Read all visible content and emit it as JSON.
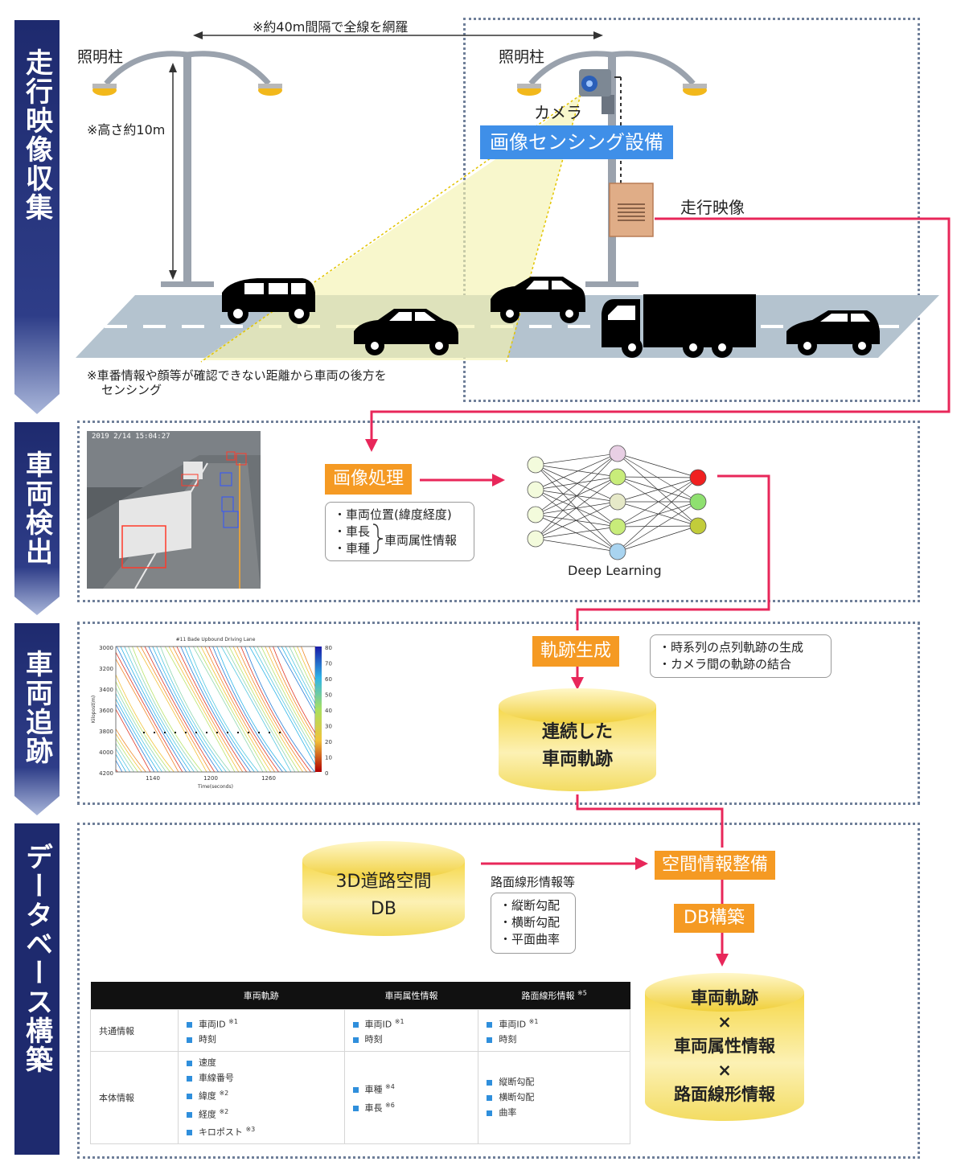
{
  "sidebar": {
    "s1": "走行映像収集",
    "s2": "車両検出",
    "s3": "車両追跡",
    "s4": "データベース構築"
  },
  "colors": {
    "navy": "#1e2a6e",
    "accent": "#e8275a",
    "orange": "#f59a23",
    "blue": "#3f8fe8"
  },
  "collect": {
    "spacing_note": "※約40m間隔で全線を網羅",
    "pole_label_left": "照明柱",
    "pole_label_right": "照明柱",
    "height_note": "※高さ約10m",
    "camera_label": "カメラ",
    "sensing_equipment": "画像センシング設備",
    "video_label": "走行映像",
    "distance_note_line1": "※車番情報や顔等が確認できない距離から車両の後方を",
    "distance_note_line2": "センシング"
  },
  "detect": {
    "processing_label": "画像処理",
    "attr_item1": "・車両位置(緯度経度)",
    "attr_item2": "・車長",
    "attr_item3": "・車種",
    "attr_group": "車両属性情報",
    "dl_label": "Deep Learning",
    "cam_overlay": "2019 2/14 15:04:27"
  },
  "track": {
    "trajectory_label": "軌跡生成",
    "note1": "・時系列の点列軌跡の生成",
    "note2": "・カメラ間の軌跡の結合",
    "cylinder_line1": "連続した",
    "cylinder_line2": "車両軌跡",
    "plot_title": "#11 Bade Upbound Driving Lane",
    "plot_xlabel": "Time(seconds)",
    "plot_ylabel": "Kilopost(m)",
    "plot_xticks": [
      "1140",
      "1200",
      "1260"
    ],
    "plot_yticks": [
      "3000",
      "3200",
      "3400",
      "3600",
      "3800",
      "4000",
      "4200"
    ],
    "plot_cticks": [
      "80",
      "70",
      "60",
      "50",
      "40",
      "30",
      "20",
      "10",
      "0"
    ]
  },
  "db": {
    "road_db_line1": "3D道路空間",
    "road_db_line2": "DB",
    "road_info_label": "路面線形情報等",
    "road_item1": "・縦断勾配",
    "road_item2": "・横断勾配",
    "road_item3": "・平面曲率",
    "spatial_label": "空間情報整備",
    "build_label": "DB構築",
    "result_line1": "車両軌跡",
    "result_x1": "×",
    "result_line2": "車両属性情報",
    "result_x2": "×",
    "result_line3": "路面線形情報",
    "table": {
      "col1": "車両軌跡",
      "col2": "車両属性情報",
      "col3": "路面線形情報",
      "col3_note": "※5",
      "row1_label": "共通情報",
      "row2_label": "本体情報",
      "r1c1": [
        "車両ID",
        "時刻"
      ],
      "r1c1_note": "※1",
      "r1c2": [
        "車両ID",
        "時刻"
      ],
      "r1c2_note": "※1",
      "r1c3": [
        "車両ID",
        "時刻"
      ],
      "r1c3_note": "※1",
      "r2c1": [
        "速度",
        "車線番号",
        "緯度",
        "経度",
        "キロポスト"
      ],
      "r2c1_notes": [
        "",
        "",
        "※2",
        "※2",
        "※3"
      ],
      "r2c2": [
        "車種",
        "車長"
      ],
      "r2c2_notes": [
        "※4",
        "※6"
      ],
      "r2c3": [
        "縦断勾配",
        "横断勾配",
        "曲率"
      ]
    }
  }
}
